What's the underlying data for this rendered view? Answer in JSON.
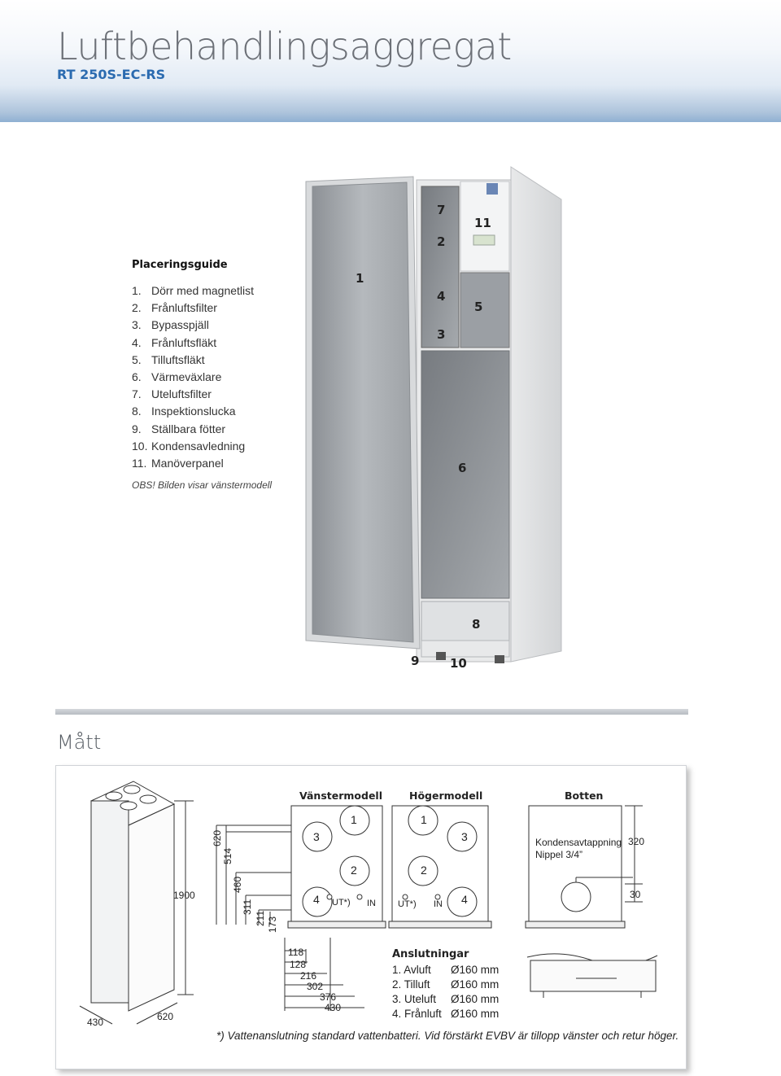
{
  "header": {
    "title": "Luftbehandlingsaggregat",
    "subtitle": "RT 250S-EC-RS"
  },
  "guide": {
    "title": "Placeringsguide",
    "items": [
      {
        "num": "1.",
        "label": "Dörr med magnetlist"
      },
      {
        "num": "2.",
        "label": "Frånluftsfilter"
      },
      {
        "num": "3.",
        "label": "Bypasspjäll"
      },
      {
        "num": "4.",
        "label": "Frånluftsfläkt"
      },
      {
        "num": "5.",
        "label": "Tilluftsfläkt"
      },
      {
        "num": "6.",
        "label": "Värmeväxlare"
      },
      {
        "num": "7.",
        "label": "Uteluftsfilter"
      },
      {
        "num": "8.",
        "label": "Inspektionslucka"
      },
      {
        "num": "9.",
        "label": "Ställbara fötter"
      },
      {
        "num": "10.",
        "label": "Kondensavledning"
      },
      {
        "num": "11.",
        "label": "Manöverpanel"
      }
    ],
    "note": "OBS! Bilden visar vänstermodell"
  },
  "unit_callouts": [
    "1",
    "7",
    "2",
    "4",
    "3",
    "11",
    "5",
    "6",
    "8",
    "9",
    "10"
  ],
  "matt": {
    "heading": "Mått",
    "views": {
      "left": "Vänstermodell",
      "right": "Högermodell",
      "bottom": "Botten"
    },
    "cabinet_dims": {
      "height": "1900",
      "depth": "430",
      "width": "620"
    },
    "vertical_dims": [
      "620",
      "514",
      "460",
      "311",
      "211",
      "173"
    ],
    "horizontal_dims": [
      "118",
      "128",
      "216",
      "302",
      "376",
      "430"
    ],
    "left_ports": [
      "1",
      "3",
      "2",
      "4"
    ],
    "right_ports": [
      "1",
      "3",
      "2",
      "4"
    ],
    "port_labels": {
      "ut": "UT*)",
      "in": "IN"
    },
    "bottom": {
      "drain_label": "Kondensavtappning",
      "drain_sub": "Nippel 3/4”",
      "dim_top": "320",
      "dim_bottom": "30"
    },
    "connections": {
      "title": "Anslutningar",
      "rows": [
        {
          "label": "1. Avluft",
          "size": "Ø160 mm"
        },
        {
          "label": "2. Tilluft",
          "size": "Ø160 mm"
        },
        {
          "label": "3. Uteluft",
          "size": "Ø160 mm"
        },
        {
          "label": "4. Frånluft",
          "size": "Ø160 mm"
        }
      ]
    },
    "footnote": "*) Vattenanslutning standard vattenbatteri. Vid förstärkt EVBV är tillopp vänster och retur höger."
  }
}
